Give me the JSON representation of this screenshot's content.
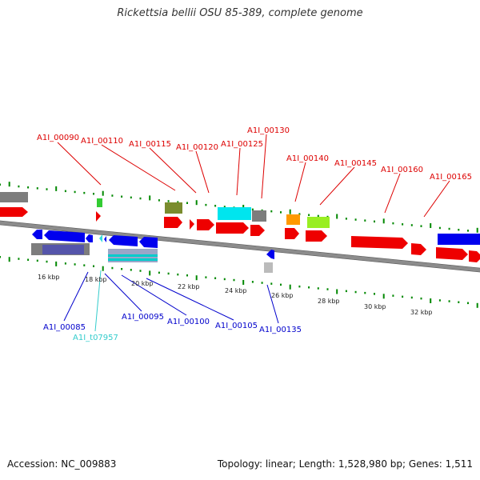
{
  "title": "Rickettsia bellii OSU 85-389, complete genome",
  "footer": {
    "accession": "Accession: NC_009883",
    "info": "Topology: linear; Length: 1,528,980 bp; Genes: 1,511"
  },
  "colors": {
    "forward_gene": "#ff0000",
    "reverse_gene": "#0000ff",
    "trna": "#33cccc",
    "scale_tick": "#008800",
    "backbone": "#808080"
  },
  "scale_labels": [
    "16 kbp",
    "18 kbp",
    "20 kbp",
    "22 kbp",
    "24 kbp",
    "26 kbp",
    "28 kbp",
    "30 kbp",
    "32 kbp"
  ],
  "top_gene_labels": [
    "A1I_00090",
    "A1I_00110",
    "A1I_00115",
    "A1I_00120",
    "A1I_00125",
    "A1I_00130",
    "A1I_00140",
    "A1I_00145",
    "A1I_00160",
    "A1I_00165"
  ],
  "bottom_gene_labels": [
    "A1I_00085",
    "A1I_t07957",
    "A1I_00095",
    "A1I_00100",
    "A1I_00105",
    "A1I_00135"
  ]
}
